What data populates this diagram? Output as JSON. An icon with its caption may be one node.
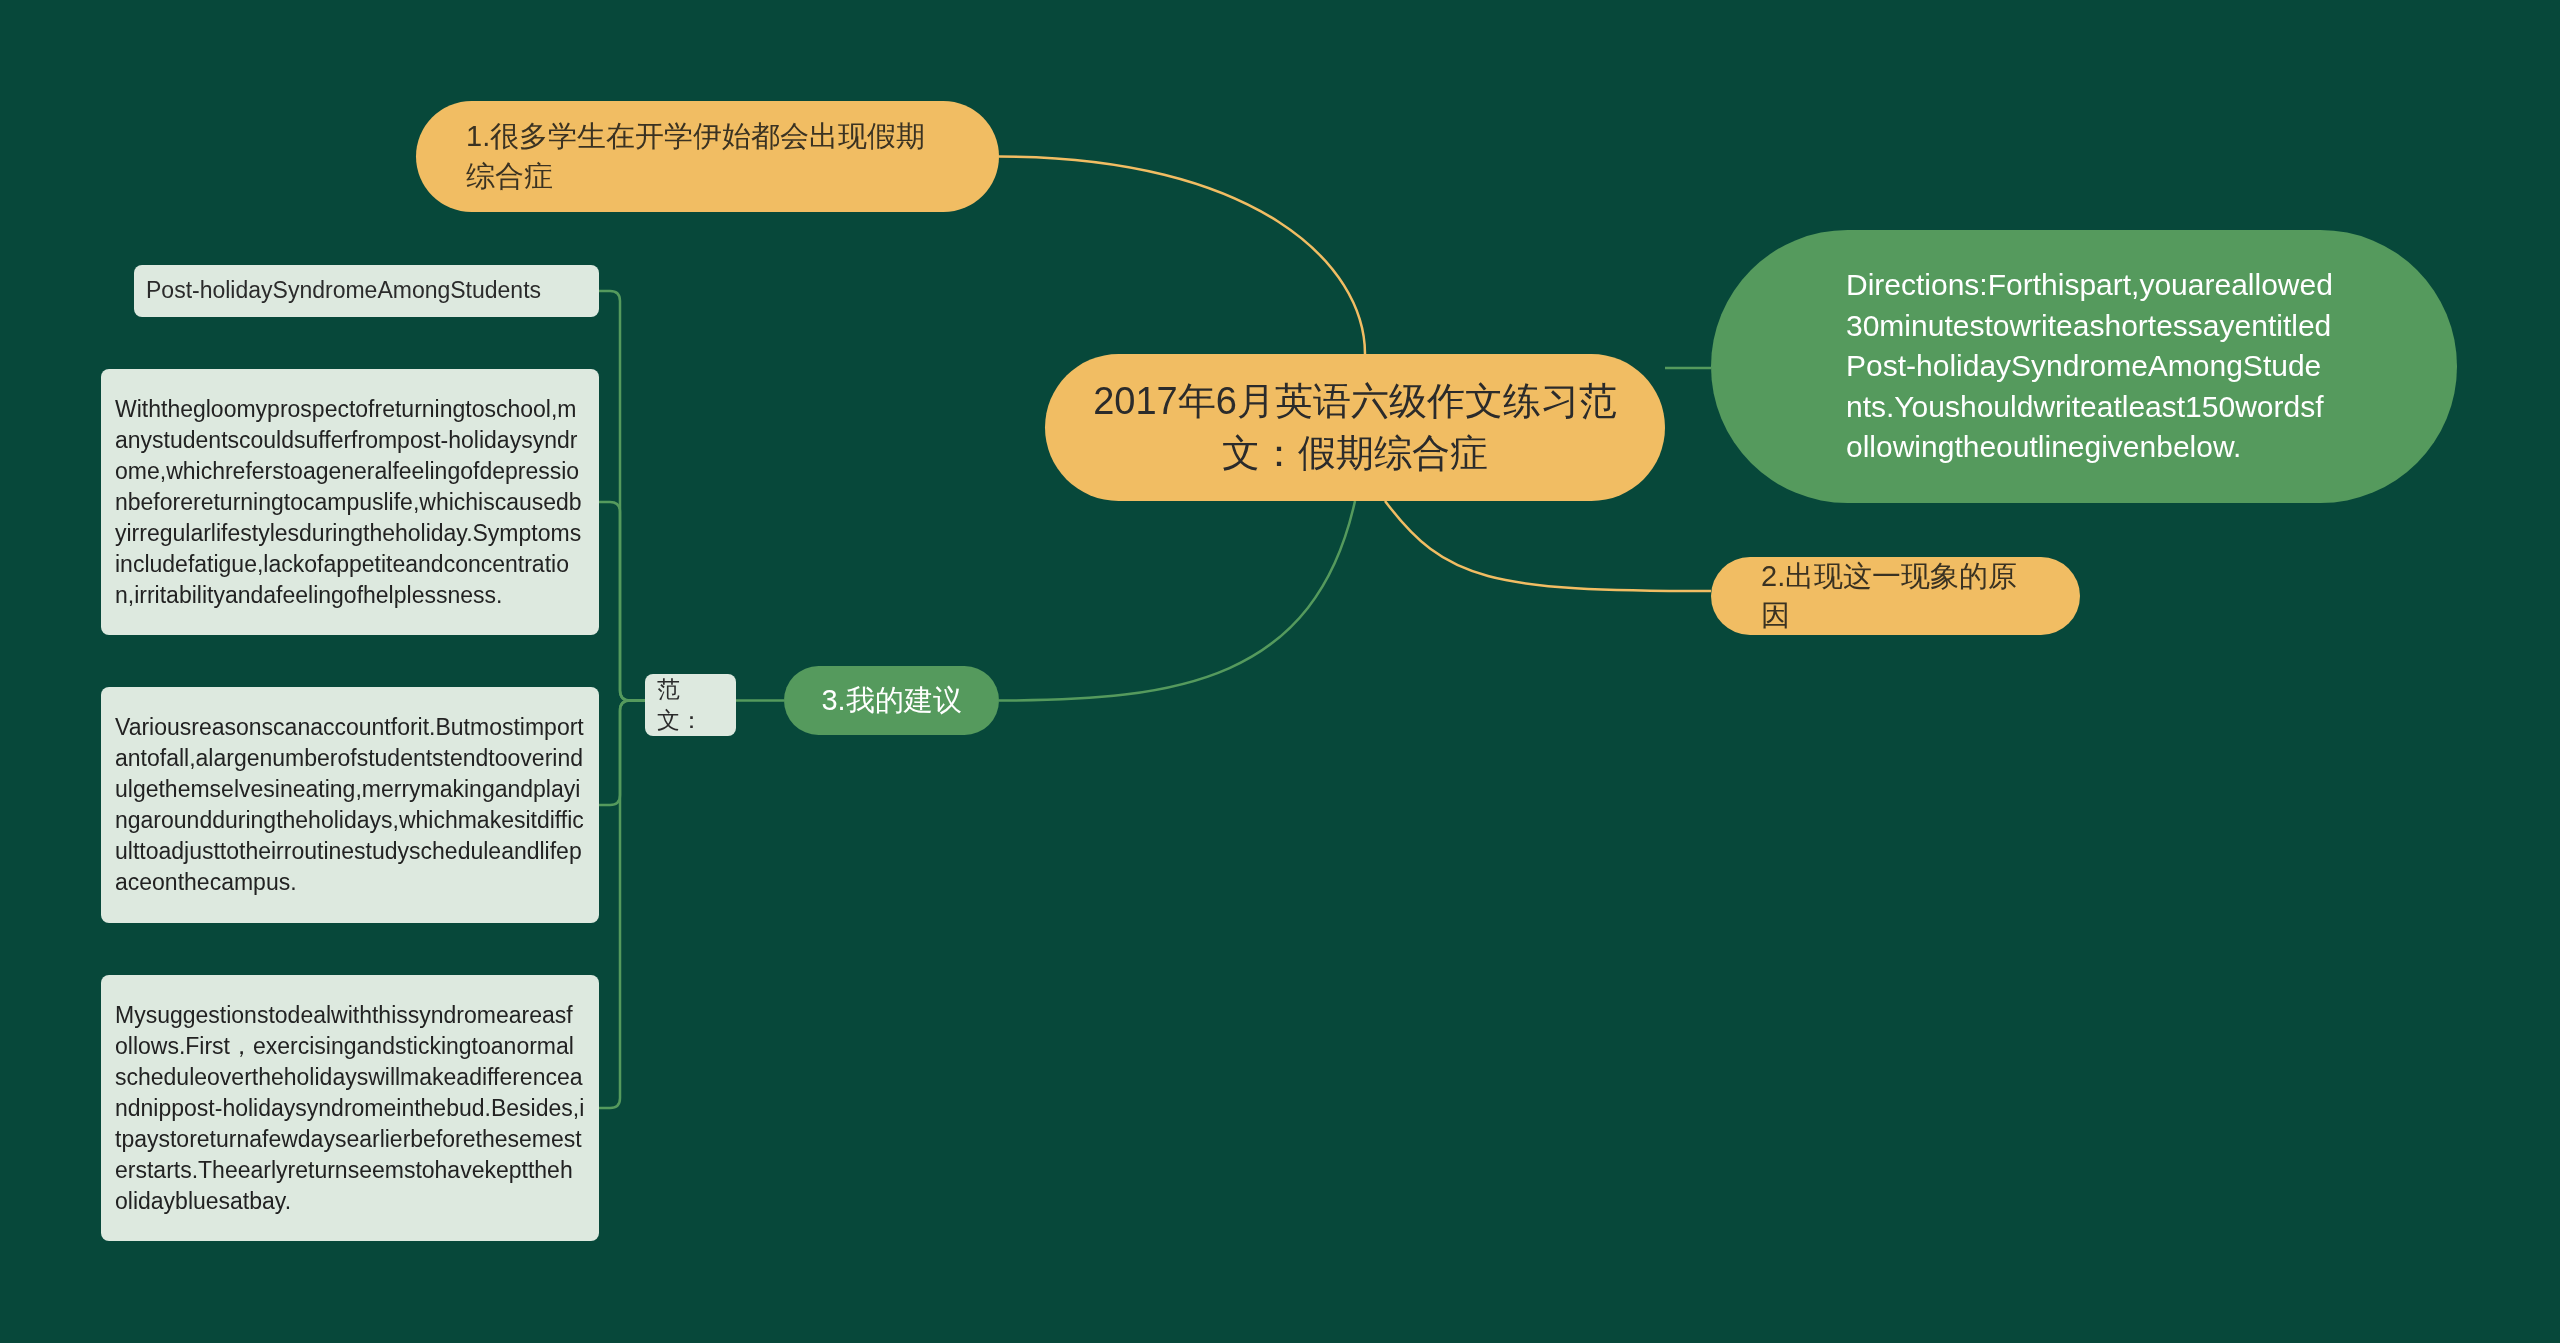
{
  "diagram": {
    "nodes": [
      {
        "text": [
          "2017年6月英语六级作文练习范文：假期综合症"
        ]
      },
      {
        "text": [
          "1.很多学生在开学伊始都会出现假期综合症"
        ]
      },
      {
        "text": [
          "Directions:Forthispart,youareallowed30minutestowriteashortessayentitledPost-holidaySyndromeAmongStudents.Youshouldwriteatleast150wordsfollowingtheoutlinegivenbelow."
        ]
      },
      {
        "text": [
          "2.出现这一现象的原因"
        ]
      },
      {
        "text": [
          "3.我的建议"
        ]
      },
      {
        "text": [
          "范文："
        ]
      },
      {
        "text": [
          "Post-holidaySyndromeAmongStudents"
        ]
      },
      {
        "text": [
          "Withthegloomyprospectofreturningtoschool,manystudentscouldsufferfrompost-holidaysyndrome,whichreferstoageneralfeelingofdepressionbeforereturningtocampuslife,whichiscausedbyirregularlifestylesduringtheholiday.Symptomsincludefatigue,lackofappetiteandconcentration,irritabilityandafeelingofhelplessness."
        ]
      },
      {
        "text": [
          "Variousreasonscanaccountforit.Butmostimportantofall,alargenumberofstudentstendtooverindulgethemselvesineating,merrymakingandplayingaroundduringtheholidays,whichmakesitdifficulttoadjusttotheirroutinestudyscheduleandlifepaceonthecampus."
        ]
      },
      {
        "text": [
          "Mysuggestionstodealwiththissyndromeareasfollows.First，exercisingandstickingtoanormalscheduleovertheholidayswillmakeadifferenceandnippost-holidaysyndromeinthebud.Besides,itpaystoreturnafewdaysearlierbeforethesemesterstarts.Theearlyreturnseemstohavekepttheholidaybluesatbay."
        ]
      }
    ],
    "edges": [
      {
        "from": 0,
        "to": 1,
        "arrow": "none",
        "color": "#f1bd63"
      },
      {
        "from": 0,
        "to": 2,
        "arrow": "none"
      },
      {
        "from": 0,
        "to": 3,
        "arrow": "none",
        "color": "#f1bd63"
      },
      {
        "from": 0,
        "to": 4,
        "arrow": "none"
      },
      {
        "from": 4,
        "to": 5,
        "arrow": "none"
      },
      {
        "from": 5,
        "to": 6,
        "arrow": "none"
      },
      {
        "from": 5,
        "to": 7,
        "arrow": "none"
      },
      {
        "from": 5,
        "to": 8,
        "arrow": "none"
      },
      {
        "from": 5,
        "to": 9,
        "arrow": "none"
      }
    ]
  }
}
